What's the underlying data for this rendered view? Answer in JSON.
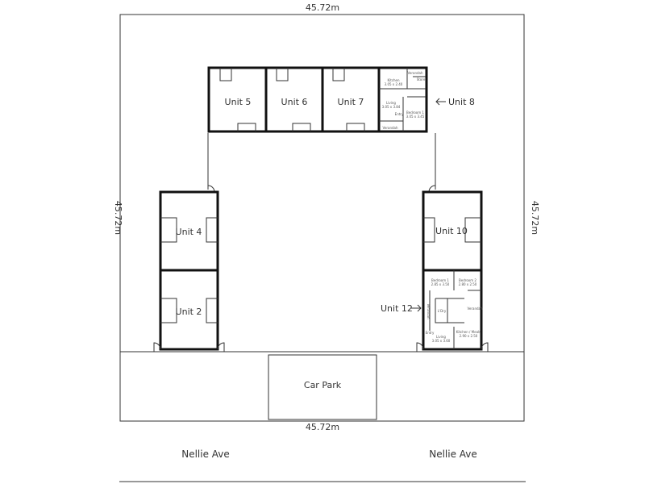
{
  "dimensions": {
    "top": "45.72m",
    "bottom": "45.72m",
    "left": "45.72m",
    "right": "45.72m"
  },
  "units": {
    "u5": "Unit 5",
    "u6": "Unit 6",
    "u7": "Unit 7",
    "u8": "Unit 8",
    "u4": "Unit 4",
    "u2": "Unit 2",
    "u10": "Unit 10",
    "u12": "Unit 12"
  },
  "unit8_rooms": {
    "kitchen": "Kitchen",
    "kitchen_dim": "3.05 x 2.40",
    "living": "Living",
    "living_dim": "3.05 x 3.84",
    "bedroom": "Bedroom 1",
    "bedroom_dim": "3.05 x 3.45",
    "verandah_top": "Verandah",
    "verandah_bottom": "Verandah",
    "entry": "Entry",
    "store": "Store"
  },
  "unit12_rooms": {
    "bed1": "Bedroom 1",
    "bed1_dim": "2.85 x 3.50",
    "bed2": "Bedroom 2",
    "bed2_dim": "2.80 x 2.50",
    "ldry": "L'Dry",
    "verandah": "Verandah",
    "verandah2": "Verandah",
    "entry": "Entry",
    "living": "Living",
    "living_dim": "3.05 x 3.60",
    "kitchen": "Kitchen / Meals",
    "kitchen_dim": "2.90 x 2.50"
  },
  "car_park": "Car Park",
  "streets": {
    "left": "Nellie Ave",
    "right": "Nellie Ave"
  }
}
